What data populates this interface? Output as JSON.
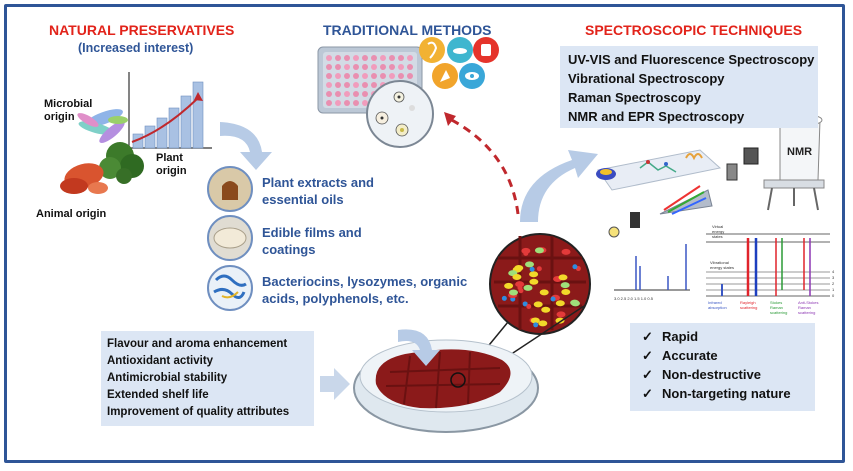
{
  "natural_preservatives": {
    "title": "NATURAL PRESERVATIVES",
    "subtitle": "(Increased interest)",
    "microbial_label": "Microbial\norigin",
    "plant_label": "Plant\norigin",
    "animal_label": "Animal origin"
  },
  "traditional_methods": {
    "title": "TRADITIONAL METHODS"
  },
  "spectroscopic": {
    "title": "SPECTROSCOPIC  TECHNIQUES",
    "techniques": [
      "UV-VIS and Fluorescence Spectroscopy",
      "Vibrational Spectroscopy",
      "Raman Spectroscopy",
      "NMR and EPR Spectroscopy"
    ],
    "nmr_label": "NMR",
    "advantages": [
      "Rapid",
      "Accurate",
      "Non-destructive",
      "Non-targeting nature"
    ],
    "check_mark": "✓"
  },
  "preservative_types": [
    {
      "label": "Plant extracts and\nessential oils"
    },
    {
      "label": "Edible films and\ncoatings"
    },
    {
      "label": "Bacteriocins, lysozymes, organic\nacids, polyphenols, etc."
    }
  ],
  "effects": [
    "Flavour and aroma enhancement",
    "Antioxidant activity",
    "Antimicrobial stability",
    "Extended shelf life",
    "Improvement of quality attributes"
  ],
  "energy_diagram": {
    "virtual_label": "Virtual\nenergy\nstates",
    "vibrational_label": "Vibrational\nenergy states",
    "levels": [
      "4",
      "3",
      "2",
      "1",
      "0"
    ],
    "bottom_labels": [
      "Infrared\nabsorption",
      "Rayleigh\nscattering",
      "Stokes\nRaman\nscattering",
      "Anti-Stokes\nRaman\nscattering"
    ]
  },
  "colors": {
    "frame": "#2f5597",
    "red": "#e2231a",
    "blue": "#2f5597",
    "panel": "#dce6f4",
    "meat": "#8b1a1a"
  }
}
